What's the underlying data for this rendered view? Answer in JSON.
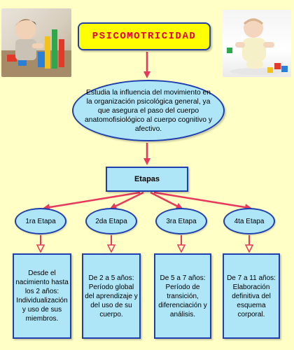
{
  "title": "PSICOMOTRICIDAD",
  "definition": "Estudia la influencia del movimiento en la organización psicológica general, ya que asegura el paso del cuerpo anatomofisiológico al cuerpo cognitivo y afectivo.",
  "etapas_label": "Etapas",
  "stages": [
    {
      "label": "1ra Etapa",
      "description": "Desde el nacimiento hasta los 2 años: Individualización y uso de sus miembros."
    },
    {
      "label": "2da Etapa",
      "description": "De 2 a 5 años: Período global del aprendizaje y del uso de su cuerpo."
    },
    {
      "label": "3ra Etapa",
      "description": "De 5 a 7 años: Período de transición, diferenciación y análisis."
    },
    {
      "label": "4ta Etapa",
      "description": "De 7 a 11 años: Elaboración definitiva del esquema corporal."
    }
  ],
  "colors": {
    "background": "#ffffc6",
    "connector": "#e8385c",
    "node_fill": "#aee6f8",
    "node_border": "#1f3fae",
    "title_fill": "#ffff00",
    "title_text": "#e4002b"
  },
  "images": [
    "photo-child-playing-with-blocks",
    "photo-baby-with-toy-blocks"
  ]
}
